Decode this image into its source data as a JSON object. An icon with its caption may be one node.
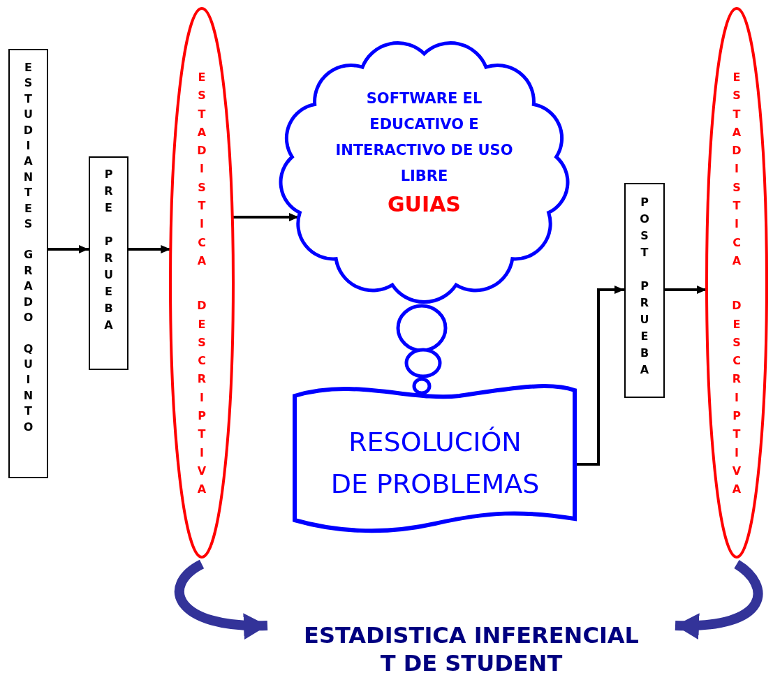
{
  "diagram": {
    "nodes": [
      {
        "text": [
          "ESTUDIANTES GRADO QUINTO"
        ]
      },
      {
        "text": [
          "PRE PRUEBA"
        ]
      },
      {
        "text": [
          "ESTADISTICA DESCRIPTIVA"
        ]
      },
      {
        "text": [
          "SOFTWARE EL EDUCATIVO E INTERACTIVO DE USO LIBRE",
          "GUIAS"
        ]
      },
      {
        "text": [
          "RESOLUCIÓN DE PROBLEMAS"
        ]
      },
      {
        "text": [
          "POST PRUEBA"
        ]
      },
      {
        "text": [
          "ESTADISTICA DESCRIPTIVA"
        ]
      },
      {
        "text": [
          "ESTADISTICA INFERENCIAL T DE STUDENT"
        ]
      }
    ],
    "edges": [
      {
        "from": 0,
        "to": 1,
        "arrow": "to"
      },
      {
        "from": 1,
        "to": 2,
        "arrow": "to"
      },
      {
        "from": 2,
        "to": 3,
        "arrow": "to"
      },
      {
        "from": 4,
        "to": 5,
        "arrow": "to"
      },
      {
        "from": 5,
        "to": 6,
        "arrow": "to"
      },
      {
        "from": 2,
        "to": 7,
        "arrow": "to",
        "style": "thick",
        "color": "#333399"
      },
      {
        "from": 6,
        "to": 7,
        "arrow": "to",
        "style": "thick",
        "color": "#333399"
      }
    ]
  }
}
